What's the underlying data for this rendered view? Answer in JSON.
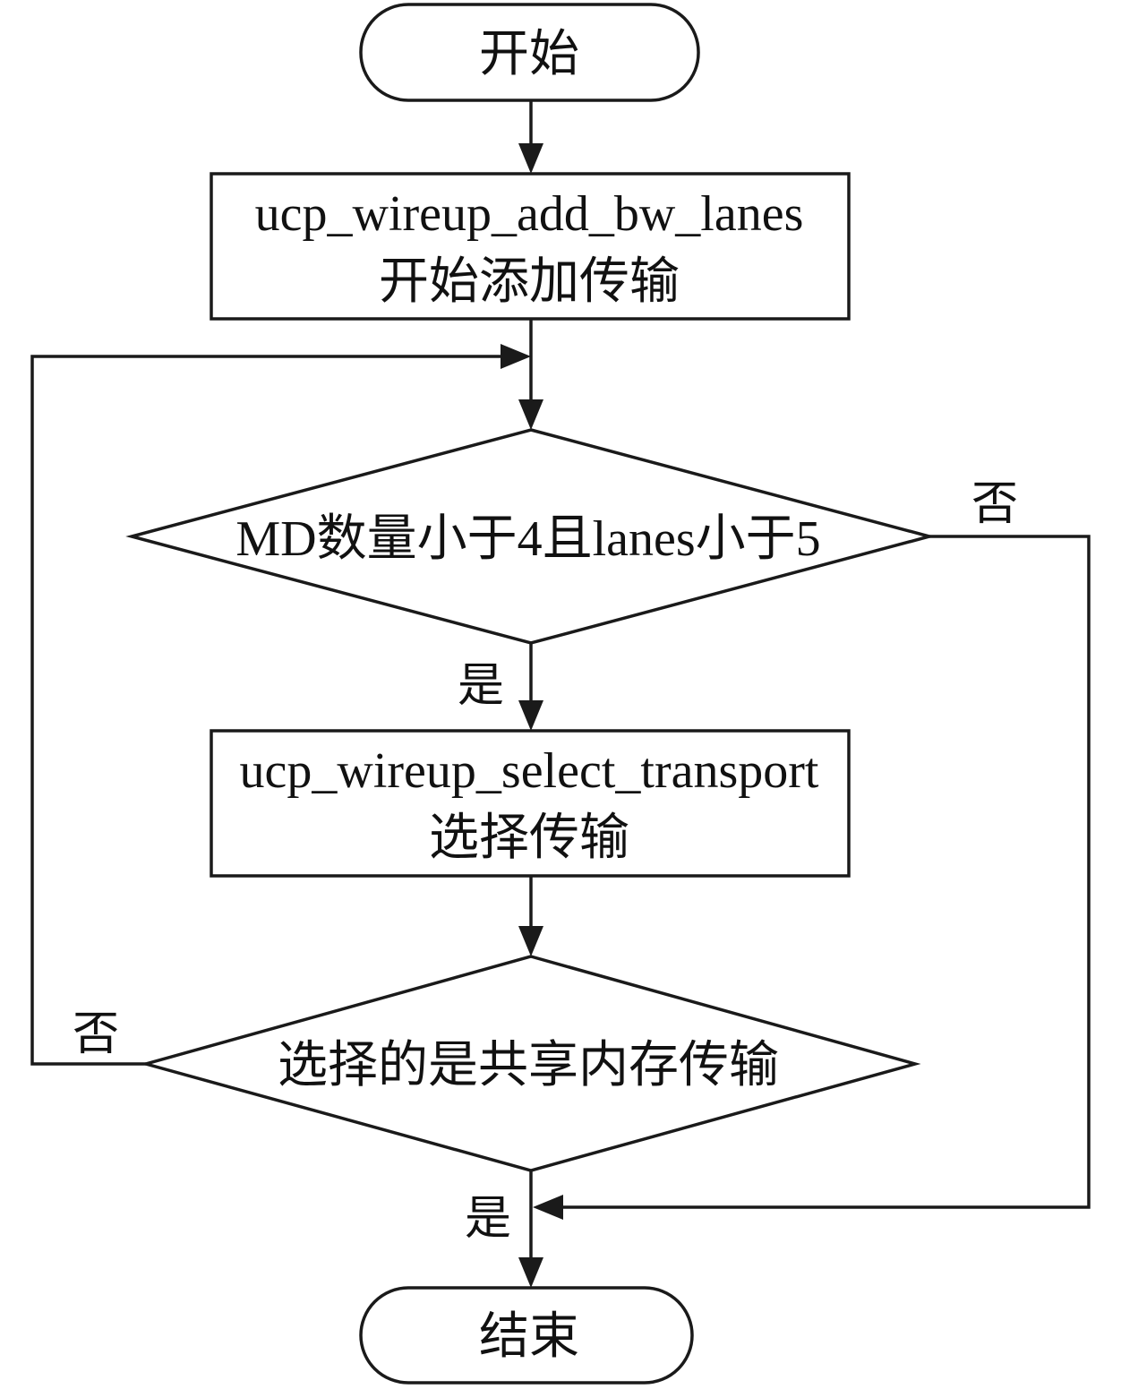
{
  "nodes": {
    "start": "开始",
    "add_func": "ucp_wireup_add_bw_lanes",
    "add_desc": "开始添加传输",
    "cond1": "MD数量小于4且lanes小于5",
    "select_func": "ucp_wireup_select_transport",
    "select_desc": "选择传输",
    "cond2": "选择的是共享内存传输",
    "end": "结束"
  },
  "edge_labels": {
    "cond1_no": "否",
    "cond1_yes": "是",
    "cond2_no": "否",
    "cond2_yes": "是"
  }
}
